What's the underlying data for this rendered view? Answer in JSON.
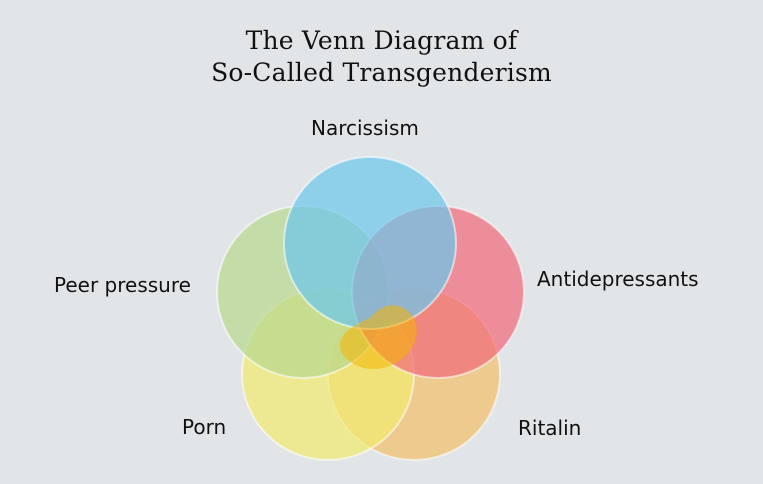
{
  "title": {
    "line1": "The Venn Diagram of",
    "line2": "So-Called Transgenderism"
  },
  "sets": [
    {
      "id": "narcissism",
      "label": "Narcissism",
      "color": "#6ec6ea"
    },
    {
      "id": "antidepressants",
      "label": "Antidepressants",
      "color": "#f06b7a"
    },
    {
      "id": "peer-pressure",
      "label": "Peer pressure",
      "color": "#b7d88f"
    },
    {
      "id": "porn",
      "label": "Porn",
      "color": "#f1ea72"
    },
    {
      "id": "ritalin",
      "label": "Ritalin",
      "color": "#f1c06b"
    }
  ],
  "center_color": "#f4b400",
  "background": "#e2e5e8"
}
